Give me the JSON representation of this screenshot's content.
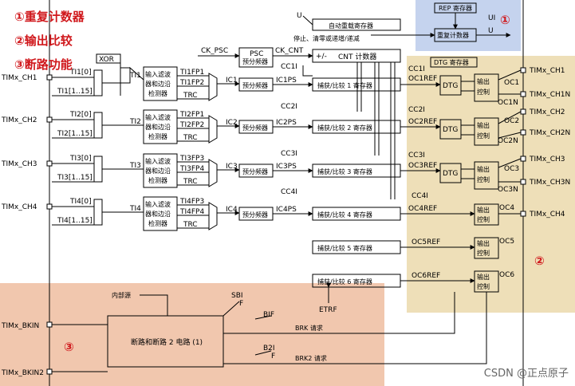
{
  "features": [
    {
      "num": "①",
      "label": "重复计数器"
    },
    {
      "num": "②",
      "label": "输出比较"
    },
    {
      "num": "③",
      "label": "断路功能"
    }
  ],
  "regions": {
    "one": "①",
    "two": "②",
    "three": "③"
  },
  "colors": {
    "region_blue": "#c5d3ee",
    "region_orange": "#eedfb8",
    "region_salmon": "#f1c7ae",
    "marker_red": "#d0181c",
    "line": "#000000"
  },
  "inputs": [
    "TIMx_CH1",
    "TIMx_CH2",
    "TIMx_CH3",
    "TIMx_CH4",
    "TIMx_BKIN",
    "TIMx_BKIN2"
  ],
  "outputs": [
    "TIMx_CH1",
    "TIMx_CH1N",
    "TIMx_CH2",
    "TIMx_CH2N",
    "TIMx_CH3",
    "TIMx_CH3N",
    "TIMx_CH4"
  ],
  "xor": "XOR",
  "ti_labels": {
    "ti1_0": "TI1[0]",
    "ti1_1": "TI1[1..15]",
    "ti2_0": "TI2[0]",
    "ti2_1": "TI2[1..15]",
    "ti3_0": "TI3[0]",
    "ti3_1": "TI3[1..15]",
    "ti4_0": "TI4[0]",
    "ti4_1": "TI4[1..15]",
    "ti1": "TI1",
    "ti2": "TI2",
    "ti3": "TI3",
    "ti4": "TI4"
  },
  "filter": [
    "输入滤波",
    "器和边沿",
    "检测器"
  ],
  "fp_labels": [
    "TI1FP1",
    "TI1FP2",
    "TI2FP1",
    "TI2FP2",
    "TI3FP3",
    "TI3FP4",
    "TI4FP3",
    "TI4FP4"
  ],
  "trc": "TRC",
  "ic": [
    "IC1",
    "IC2",
    "IC3",
    "IC4"
  ],
  "prescaler": "预分频器",
  "icps": [
    "IC1PS",
    "IC2PS",
    "IC3PS",
    "IC4PS"
  ],
  "cci": [
    "CC1I",
    "CC2I",
    "CC3I",
    "CC4I"
  ],
  "capture": [
    "捕获/比较 1 寄存器",
    "捕获/比较 2 寄存器",
    "捕获/比较 3 寄存器",
    "捕获/比较 4 寄存器",
    "捕获/比较 5 寄存器",
    "捕获/比较 6 寄存器"
  ],
  "ocref": [
    "OC1REF",
    "OC2REF",
    "OC3REF",
    "OC4REF",
    "OC5REF",
    "OC6REF"
  ],
  "dtg": "DTG",
  "dtg_reg": "DTG 寄存器",
  "out_ctrl": [
    "输出",
    "控制"
  ],
  "oc": [
    "OC1",
    "OC1N",
    "OC2",
    "OC2N",
    "OC3",
    "OC3N",
    "OC4",
    "OC5",
    "OC6"
  ],
  "ck_psc": "CK_PSC",
  "psc": [
    "PSC",
    "预分频器"
  ],
  "ck_cnt": "CK_CNT",
  "cnt": "CNT 计数器",
  "cnt_sign": "+/-",
  "auto_reload": "自动重载寄存器",
  "stop_label": "停止、清零或递增/递减",
  "rep_reg": "REP 寄存器",
  "rep_counter": "重复计数器",
  "u": "U",
  "ui": "UI",
  "internal_source": "内部源",
  "break_block": "断路和断路 2 电路 (1)",
  "sbi": "SBI",
  "bif": "BIF",
  "b2i": "B2I",
  "f": "F",
  "brk": "BRK 请求",
  "brk2": "BRK2 请求",
  "etrf": "ETRF",
  "watermark": "CSDN @正点原子"
}
